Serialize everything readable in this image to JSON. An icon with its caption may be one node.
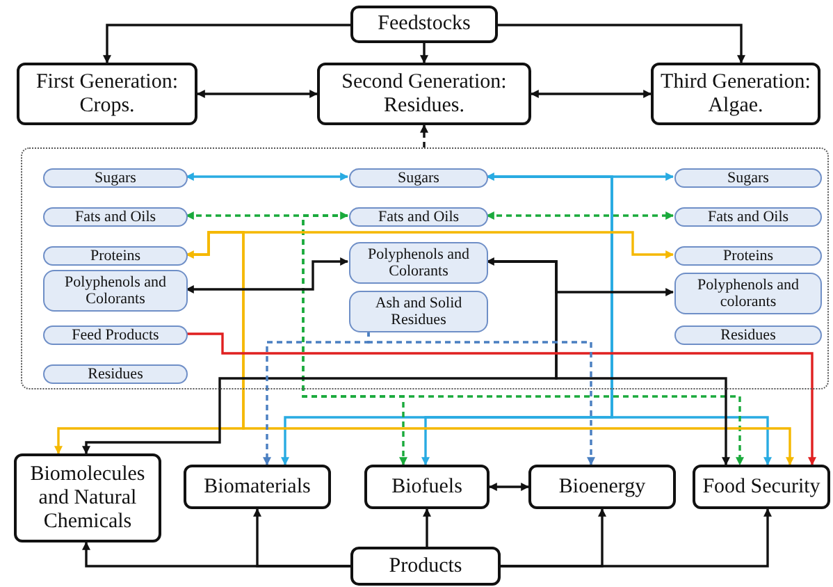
{
  "diagram": {
    "nodes": [
      {
        "text": [
          "Feedstocks"
        ]
      },
      {
        "text": [
          "First Generation: Crops."
        ]
      },
      {
        "text": [
          "Second Generation: Residues."
        ]
      },
      {
        "text": [
          "Third Generation: Algae."
        ]
      },
      {
        "text": [],
        "shape": "box"
      },
      {
        "text": [
          "Sugars"
        ],
        "in": 4
      },
      {
        "text": [
          "Sugars"
        ],
        "in": 4
      },
      {
        "text": [
          "Sugars"
        ],
        "in": 4
      },
      {
        "text": [
          "Fats and Oils"
        ],
        "in": 4
      },
      {
        "text": [
          "Fats and Oils"
        ],
        "in": 4
      },
      {
        "text": [
          "Fats and Oils"
        ],
        "in": 4
      },
      {
        "text": [
          "Proteins"
        ],
        "in": 4
      },
      {
        "text": [
          "Polyphenols and Colorants"
        ],
        "in": 4
      },
      {
        "text": [
          "Proteins"
        ],
        "in": 4
      },
      {
        "text": [
          "Polyphenols and Colorants"
        ],
        "in": 4
      },
      {
        "text": [
          "Ash and Solid Residues"
        ],
        "in": 4
      },
      {
        "text": [
          "Polyphenols and colorants"
        ],
        "in": 4
      },
      {
        "text": [
          "Feed Products"
        ],
        "in": 4
      },
      {
        "text": [
          "Residues"
        ],
        "in": 4
      },
      {
        "text": [
          "Residues"
        ],
        "in": 4
      },
      {
        "text": [
          "Biomolecules and Natural Chemicals"
        ]
      },
      {
        "text": [
          "Biomaterials"
        ]
      },
      {
        "text": [
          "Biofuels"
        ]
      },
      {
        "text": [
          "Bioenergy"
        ]
      },
      {
        "text": [
          "Food Security"
        ]
      },
      {
        "text": [
          "Products"
        ]
      }
    ],
    "edges": [
      {
        "from": 0,
        "to": 1,
        "arrow": "to"
      },
      {
        "from": 0,
        "to": 3,
        "arrow": "to"
      },
      {
        "from": 0,
        "to": 2,
        "arrow": "to"
      },
      {
        "from": 1,
        "to": 2,
        "arrow": "both"
      },
      {
        "from": 2,
        "to": 3,
        "arrow": "both"
      },
      {
        "from": 4,
        "to": 2,
        "arrow": "to",
        "style": "dashed"
      },
      {
        "from": 5,
        "to": 6,
        "arrow": "both",
        "color": "#29abe2"
      },
      {
        "from": 6,
        "to": 7,
        "arrow": "both",
        "color": "#29abe2"
      },
      {
        "from": 6,
        "to": 21,
        "arrow": "to",
        "color": "#29abe2"
      },
      {
        "from": 6,
        "to": 22,
        "arrow": "to",
        "color": "#29abe2"
      },
      {
        "from": 6,
        "to": 24,
        "arrow": "to",
        "color": "#29abe2"
      },
      {
        "from": 8,
        "to": 9,
        "arrow": "both",
        "style": "dashed",
        "color": "#1aaa3c"
      },
      {
        "from": 9,
        "to": 10,
        "arrow": "both",
        "style": "dashed",
        "color": "#1aaa3c"
      },
      {
        "from": 9,
        "to": 22,
        "arrow": "to",
        "style": "dashed",
        "color": "#1aaa3c"
      },
      {
        "from": 9,
        "to": 24,
        "arrow": "to",
        "style": "dashed",
        "color": "#1aaa3c"
      },
      {
        "from": 11,
        "to": 13,
        "arrow": "both",
        "color": "#f5b800"
      },
      {
        "from": 11,
        "to": 20,
        "arrow": "to",
        "color": "#f5b800"
      },
      {
        "from": 11,
        "to": 24,
        "arrow": "to",
        "color": "#f5b800"
      },
      {
        "from": 14,
        "to": 12,
        "arrow": "both"
      },
      {
        "from": 12,
        "to": 16,
        "arrow": "both"
      },
      {
        "from": 12,
        "to": 20,
        "arrow": "to"
      },
      {
        "from": 12,
        "to": 24,
        "arrow": "to"
      },
      {
        "from": 17,
        "to": 24,
        "arrow": "to",
        "color": "#e02020"
      },
      {
        "from": 15,
        "to": 21,
        "arrow": "to",
        "style": "dashed",
        "color": "#4a7fc1"
      },
      {
        "from": 15,
        "to": 23,
        "arrow": "to",
        "style": "dashed",
        "color": "#4a7fc1"
      },
      {
        "from": 22,
        "to": 23,
        "arrow": "both"
      },
      {
        "from": 25,
        "to": 20,
        "arrow": "to"
      },
      {
        "from": 25,
        "to": 21,
        "arrow": "to"
      },
      {
        "from": 25,
        "to": 22,
        "arrow": "to"
      },
      {
        "from": 25,
        "to": 23,
        "arrow": "to"
      },
      {
        "from": 25,
        "to": 24,
        "arrow": "to"
      }
    ]
  }
}
